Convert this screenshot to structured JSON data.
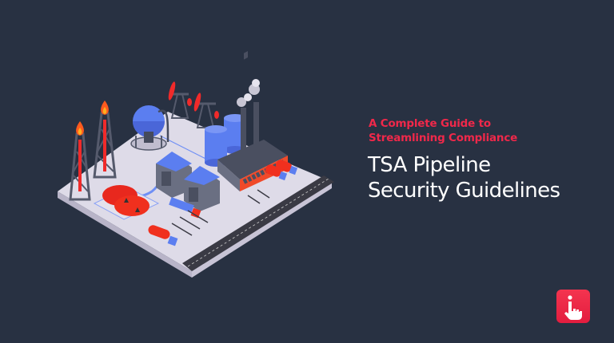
{
  "hero": {
    "subtitle_line1": "A Complete Guide to",
    "subtitle_line2": "Streamlining Compliance",
    "title_line1": "TSA Pipeline",
    "title_line2": "Security Guidelines"
  },
  "illustration": {
    "subject": "isometric oil and gas pipeline facility",
    "elements": [
      "oil-derricks-with-flames",
      "spherical-gas-tank",
      "pump-jacks",
      "storage-tanks",
      "factory-with-smokestacks",
      "warehouses",
      "red-fuel-tanks",
      "tanker-trucks",
      "road",
      "pipelines"
    ]
  },
  "logo": {
    "icon": "tap-pointer-icon",
    "color": "#f0284a"
  },
  "colors": {
    "background": "#283142",
    "accent": "#f0284a",
    "title": "#ffffff",
    "platform": "#dcd9e6",
    "blue": "#5b7ef0",
    "red": "#e8281e"
  }
}
